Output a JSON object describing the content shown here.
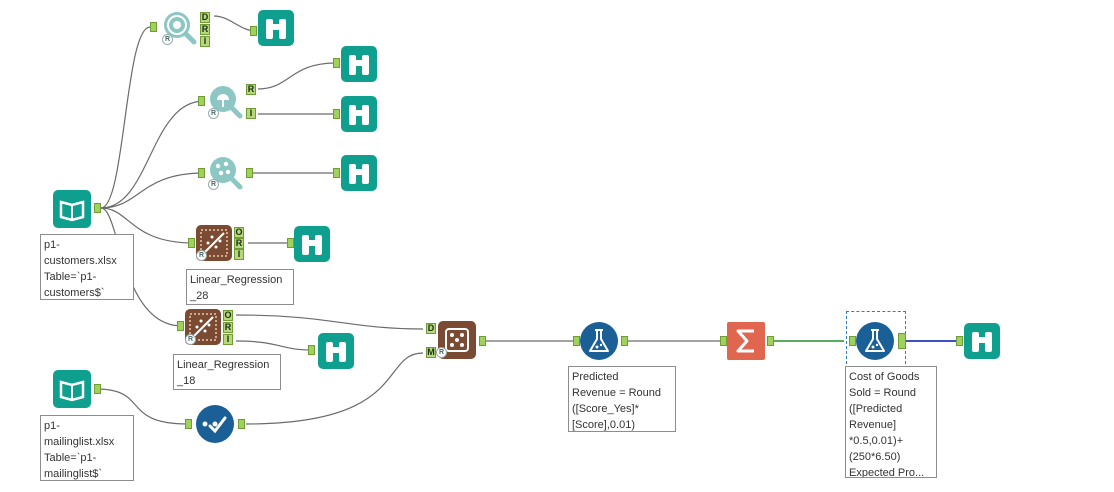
{
  "workflow": {
    "tools": {
      "input_customers": {
        "icon": "book-icon",
        "label": "p1-\ncustomers.xlsx\nTable=`p1-\ncustomers$`"
      },
      "input_mailing": {
        "icon": "book-icon",
        "label": "p1-\nmailinglist.xlsx\nTable=`p1-\nmailinglist$`"
      },
      "model_1": {
        "icon": "radar-magnify-icon",
        "badge": "R",
        "anchors": [
          "D",
          "R",
          "I"
        ]
      },
      "model_2": {
        "icon": "drop-umbrella-icon",
        "badge": "R",
        "anchors": [
          "R",
          "I"
        ]
      },
      "model_3": {
        "icon": "dots-magnify-icon",
        "badge": "R"
      },
      "linreg_28": {
        "icon": "scatter-trend-icon",
        "badge": "R",
        "anchors": [
          "O",
          "R",
          "I"
        ],
        "label": "Linear_Regression\n_28"
      },
      "linreg_18": {
        "icon": "scatter-trend-icon",
        "badge": "R",
        "anchors": [
          "O",
          "R",
          "I"
        ],
        "label": "Linear_Regression\n_18"
      },
      "score": {
        "icon": "score-dice-icon",
        "badge": "R",
        "anchors": [
          "D",
          "M"
        ]
      },
      "union": {
        "icon": "check-union-icon"
      },
      "formula_revenue": {
        "icon": "flask-icon",
        "label": "Predicted\nRevenue = Round\n([Score_Yes]*\n[Score],0.01)"
      },
      "summarize": {
        "icon": "sigma-icon"
      },
      "formula_cogs": {
        "icon": "flask-icon",
        "label": "Cost of Goods\nSold = Round\n([Predicted\nRevenue]\n*0.5,0.01)+\n(250*6.50)\nExpected Pro..."
      },
      "browse": {
        "icon": "binoculars-icon"
      }
    },
    "colors": {
      "teal": "#0f9f8e",
      "navy": "#1b5f97",
      "brown": "#7a4a33",
      "salmon": "#e0664f",
      "anchor_green": "#9ed25a",
      "connection_gray": "#6b6b6b",
      "connection_green": "#3fa34d",
      "connection_blue": "#2238b8"
    }
  }
}
